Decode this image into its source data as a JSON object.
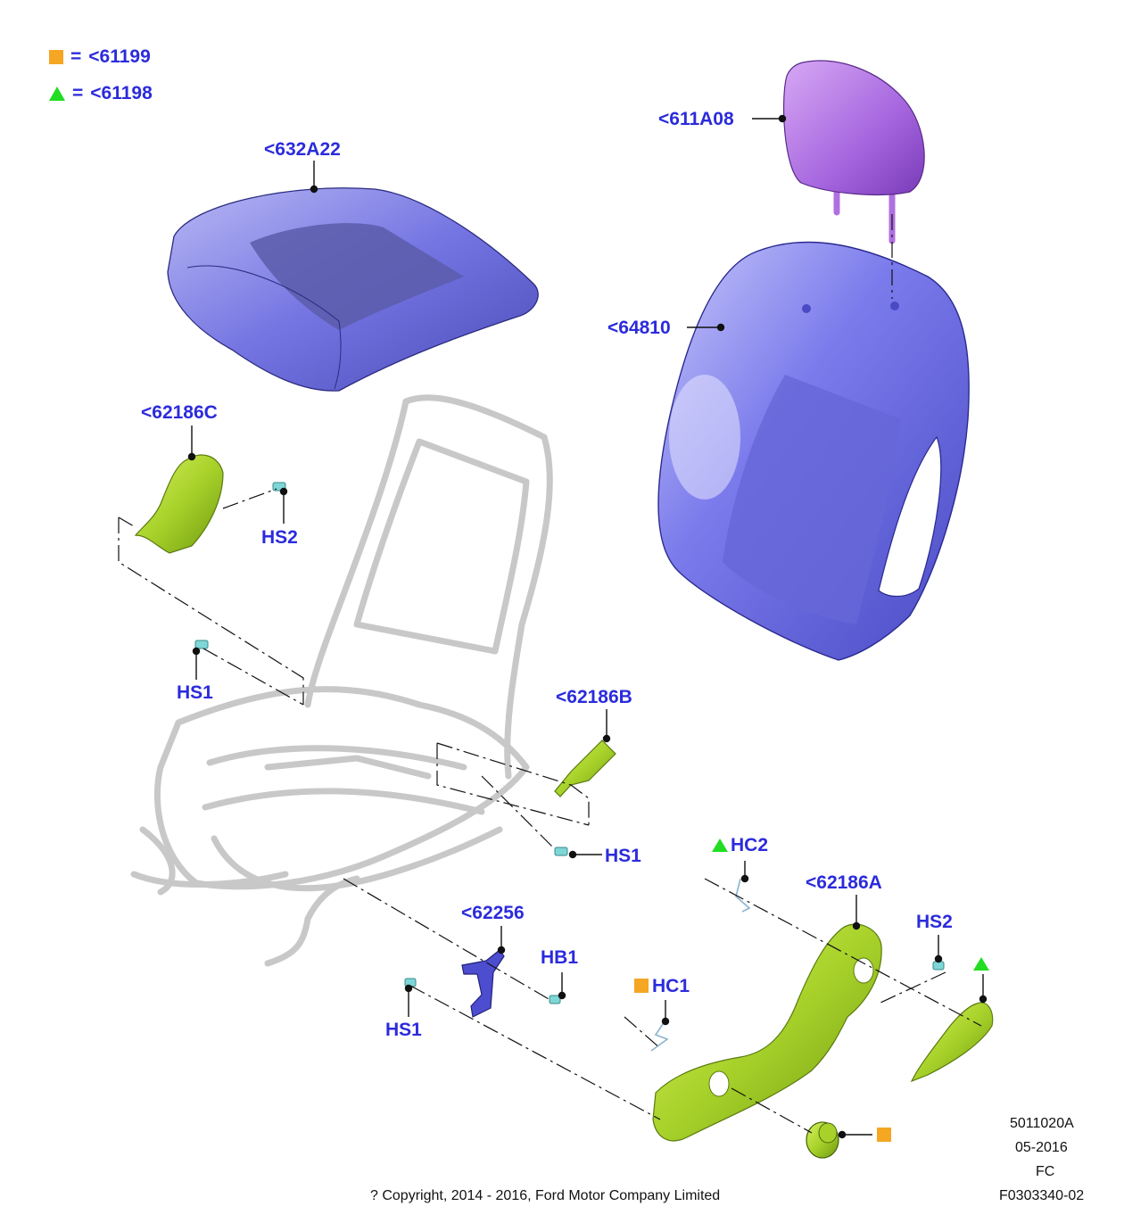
{
  "legend": [
    {
      "symbol": "orange-square",
      "text": "<61199"
    },
    {
      "symbol": "green-triangle",
      "text": "<61198"
    }
  ],
  "callouts": {
    "headrest": "<611A08",
    "cushion_pad": "<632A22",
    "back_pad": "<64810",
    "shield_c": "<62186C",
    "hs2_upper": "HS2",
    "hs1_left": "HS1",
    "shield_b": "<62186B",
    "hs1_mid": "HS1",
    "hc2": "HC2",
    "shield_a": "<62186A",
    "hs2_right": "HS2",
    "bracket": "<62256",
    "hb1": "HB1",
    "hc1": "HC1",
    "hs1_bottom": "HS1"
  },
  "colors": {
    "label_blue": "#2b2bdc",
    "orange": "#f5a623",
    "green_marker": "#22dd22",
    "pad_purple": "#7070e0",
    "headrest_purple": "#b070e0",
    "part_green": "#a8d22a"
  },
  "footer": {
    "doc_id": "5011020A",
    "date": "05-2016",
    "code": "FC",
    "figure": "F0303340-02",
    "copyright": "? Copyright, 2014 - 2016, Ford Motor Company Limited"
  }
}
